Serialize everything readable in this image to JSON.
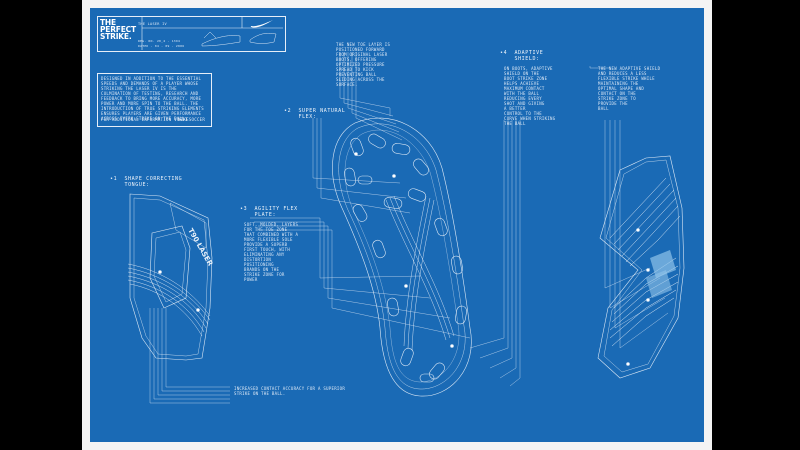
{
  "header": {
    "title_lines": [
      "THE",
      "PERFECT",
      "STRIKE."
    ],
    "meta_1": "THE LASER IV",
    "meta_2": "REG. NO. 20_4 · 1394",
    "meta_3": "DATED · 04 · 09 · 2006",
    "logo": "swoosh-icon"
  },
  "info": {
    "body": "DESIGNED IN ADDITION TO THE ESSENTIAL SPEEDS AND DEMANDS OF A PLAYER WHOSE STRIKING THE LASER IV IS THE CULMINATION OF TESTING, RESEARCH AND FEEDBACK TO BRING MORE ACCURACY, MORE POWER AND MORE SPIN TO THE BALL. THE INTRODUCTION OF TRUE STRIKING ELEMENTS ENSURES PLAYERS ARE GIVEN PERFORMANCE ACROSS EVERY STRIKE ON THE BALL.",
    "footer": "FOR ADDITIONAL INFORMATION VISIT",
    "url": "NIKESOCCER"
  },
  "callouts": {
    "tongue_label": "•1  SHAPE CORRECTING\n    TONGUE:",
    "flex_label": "•2  SUPER NATURAL\n    FLEX:",
    "agility_label": "•3  AGILITY FLEX\n    PLATE:",
    "agility_text": "SOFT, MOLDED, LAYERS\nFOR THE TOE ZONE\nTHAT COMBINED WITH A\nMORE FLEXIBLE SOLE\nPROVIDE A SUPERB\nFIRST TOUCH, WITH\nELIMINATING ANY\nDISTORTION\nPOSITIONING\nBRANDS ON THE\nSTRIKE ZONE FOR\nPOWER",
    "shield_label": "•4  ADAPTIVE\n    SHIELD:",
    "top_text": "THE NEW TOE LAYER IS\nPOSITIONED FORWARD\nFROM ORIGINAL LASER\nBOOTS, OFFERING\nOPTIMIZED PRESSURE\nSPREAD TO KICK\nPREVENTING BALL\nSLIDING ACROSS THE\nSURFACE.",
    "shield_text": "ON BOOTS, ADAPTIVE\nSHIELD ON THE\nBOOT STRIKE ZONE\nHELPS ACHIEVE\nMAXIMUM CONTACT\nWITH THE BALL\nREDUCING EVERY\nSHOT AND GIVING\nA BETTER\nCONTROL TO THE\nCURVE WHEN STRIKING\nTHE BALL",
    "shield_text2": "THE NEW ADAPTIVE SHIELD\nAND REDUCES A LESS\nFLEXIBLE STRIKE WHILE\nMAINTAINING THE\nOPTIMAL SHAPE AND\nCONTACT ON THE\nSTRIKE ZONE TO\nPROVIDE THE\nBALL",
    "bottom_text": "INCREASED CONTACT ACCURACY FOR A SUPERIOR\nSTRIKE ON THE BALL."
  }
}
